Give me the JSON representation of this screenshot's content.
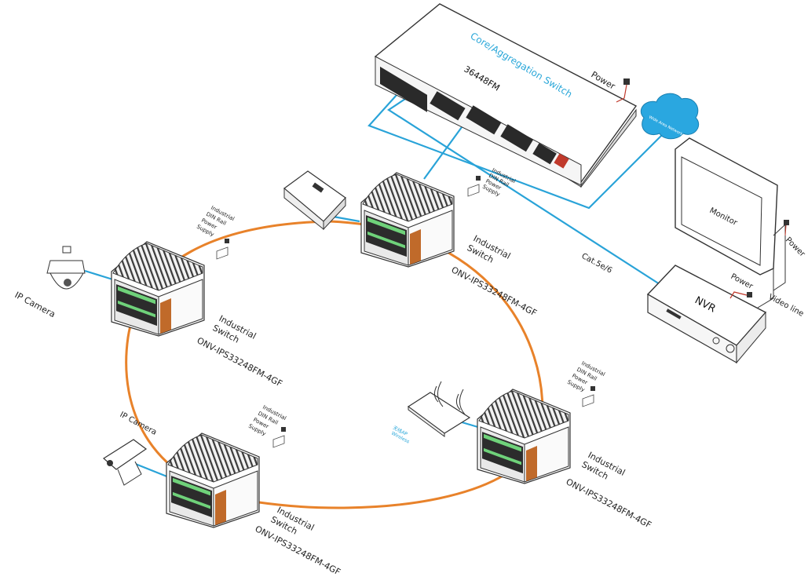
{
  "core_switch": {
    "title": "Core/Aggregation Switch",
    "model": "36448FM",
    "power_label": "Power"
  },
  "cloud_label": "Wide Area Network",
  "monitor_label": "Monitor",
  "monitor_power_label": "Power",
  "nvr": {
    "label": "NVR",
    "power_label": "Power",
    "video_line_label": "Video line"
  },
  "cable_label": "Cat.5e/6",
  "psu_label": [
    "Industrial",
    "DIN Rail",
    "Power",
    "Supply"
  ],
  "switch_label": [
    "Industrial",
    "Switch"
  ],
  "switch_model": "ONV-IPS33248FM-4GF",
  "ip_camera_label": "IP Camera",
  "wireless_ap": {
    "label_top": "无线AP",
    "label_bottom": "Wireless"
  },
  "colors": {
    "ring": "#e8822a",
    "link": "#29a3d8",
    "accent_text": "#2aa7d9",
    "device_dark": "#333333",
    "cloud": "#2aa7e0"
  }
}
